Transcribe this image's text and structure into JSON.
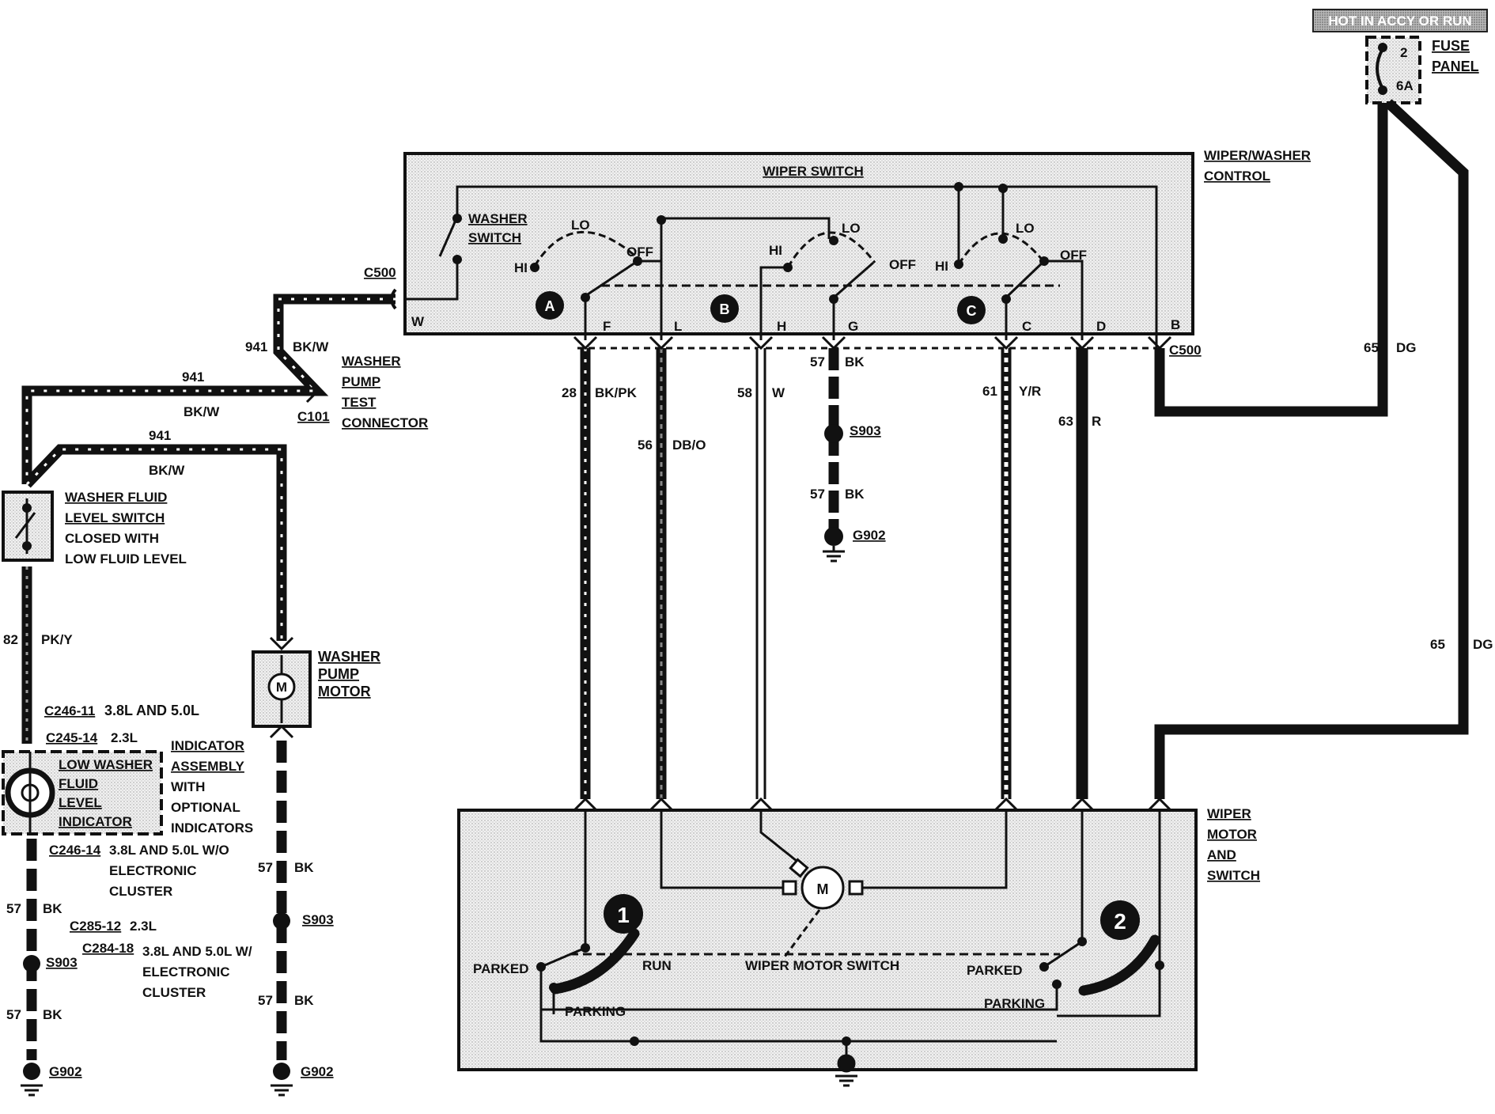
{
  "fuse": {
    "hot_label": "HOT IN ACCY OR RUN",
    "label_line1": "FUSE",
    "label_line2": "PANEL",
    "fuse_number": "2",
    "fuse_rating": "6A"
  },
  "wiper_switch": {
    "title": "WIPER SWITCH",
    "component_label_line1": "WIPER/WASHER",
    "component_label_line2": "CONTROL",
    "washer_switch_line1": "WASHER",
    "washer_switch_line2": "SWITCH",
    "positions": {
      "hi": "HI",
      "lo": "LO",
      "off": "OFF"
    },
    "sections": [
      "A",
      "B",
      "C"
    ],
    "pins": [
      "W",
      "F",
      "L",
      "H",
      "G",
      "C",
      "D",
      "B"
    ],
    "connector": "C500"
  },
  "wires": {
    "w941": {
      "circuit": "941",
      "color": "BK/W"
    },
    "w28": {
      "circuit": "28",
      "color": "BK/PK"
    },
    "w56": {
      "circuit": "56",
      "color": "DB/O"
    },
    "w58": {
      "circuit": "58",
      "color": "W"
    },
    "w57": {
      "circuit": "57",
      "color": "BK"
    },
    "w61": {
      "circuit": "61",
      "color": "Y/R"
    },
    "w63": {
      "circuit": "63",
      "color": "R"
    },
    "w65": {
      "circuit": "65",
      "color": "DG"
    },
    "w82": {
      "circuit": "82",
      "color": "PK/Y"
    }
  },
  "test_connector": {
    "id": "C101",
    "line1": "WASHER",
    "line2": "PUMP",
    "line3": "TEST",
    "line4": "CONNECTOR"
  },
  "fluid_switch": {
    "line1": "WASHER FLUID",
    "line2": "LEVEL SWITCH",
    "line3": "CLOSED WITH",
    "line4": "LOW FLUID LEVEL"
  },
  "pump_motor": {
    "line1": "WASHER",
    "line2": "PUMP",
    "line3": "MOTOR",
    "symbol": "M"
  },
  "connectors": {
    "c246_11": "C246-11",
    "c246_11_note": "3.8L AND 5.0L",
    "c245_14": "C245-14",
    "c245_14_note": "2.3L",
    "c246_14": "C246-14",
    "c246_14_note_line1": "3.8L AND 5.0L W/O",
    "c246_14_note_line2": "ELECTRONIC",
    "c246_14_note_line3": "CLUSTER",
    "c285_12": "C285-12",
    "c285_12_note": "2.3L",
    "c284_18": "C284-18",
    "c284_18_note_line1": "3.8L AND 5.0L W/",
    "c284_18_note_line2": "ELECTRONIC",
    "c284_18_note_line3": "CLUSTER"
  },
  "indicator": {
    "line1": "LOW WASHER",
    "line2": "FLUID",
    "line3": "LEVEL",
    "line4": "INDICATOR",
    "side_line1": "INDICATOR",
    "side_line2": "ASSEMBLY",
    "side_line3": "WITH",
    "side_line4": "OPTIONAL",
    "side_line5": "INDICATORS"
  },
  "splices": {
    "s903": "S903"
  },
  "grounds": {
    "g902": "G902"
  },
  "wiper_motor": {
    "label_line1": "WIPER",
    "label_line2": "MOTOR",
    "label_line3": "AND",
    "label_line4": "SWITCH",
    "symbol": "M",
    "motor_switch": "WIPER MOTOR SWITCH",
    "parked": "PARKED",
    "run": "RUN",
    "parking": "PARKING",
    "section1": "1",
    "section2": "2"
  }
}
